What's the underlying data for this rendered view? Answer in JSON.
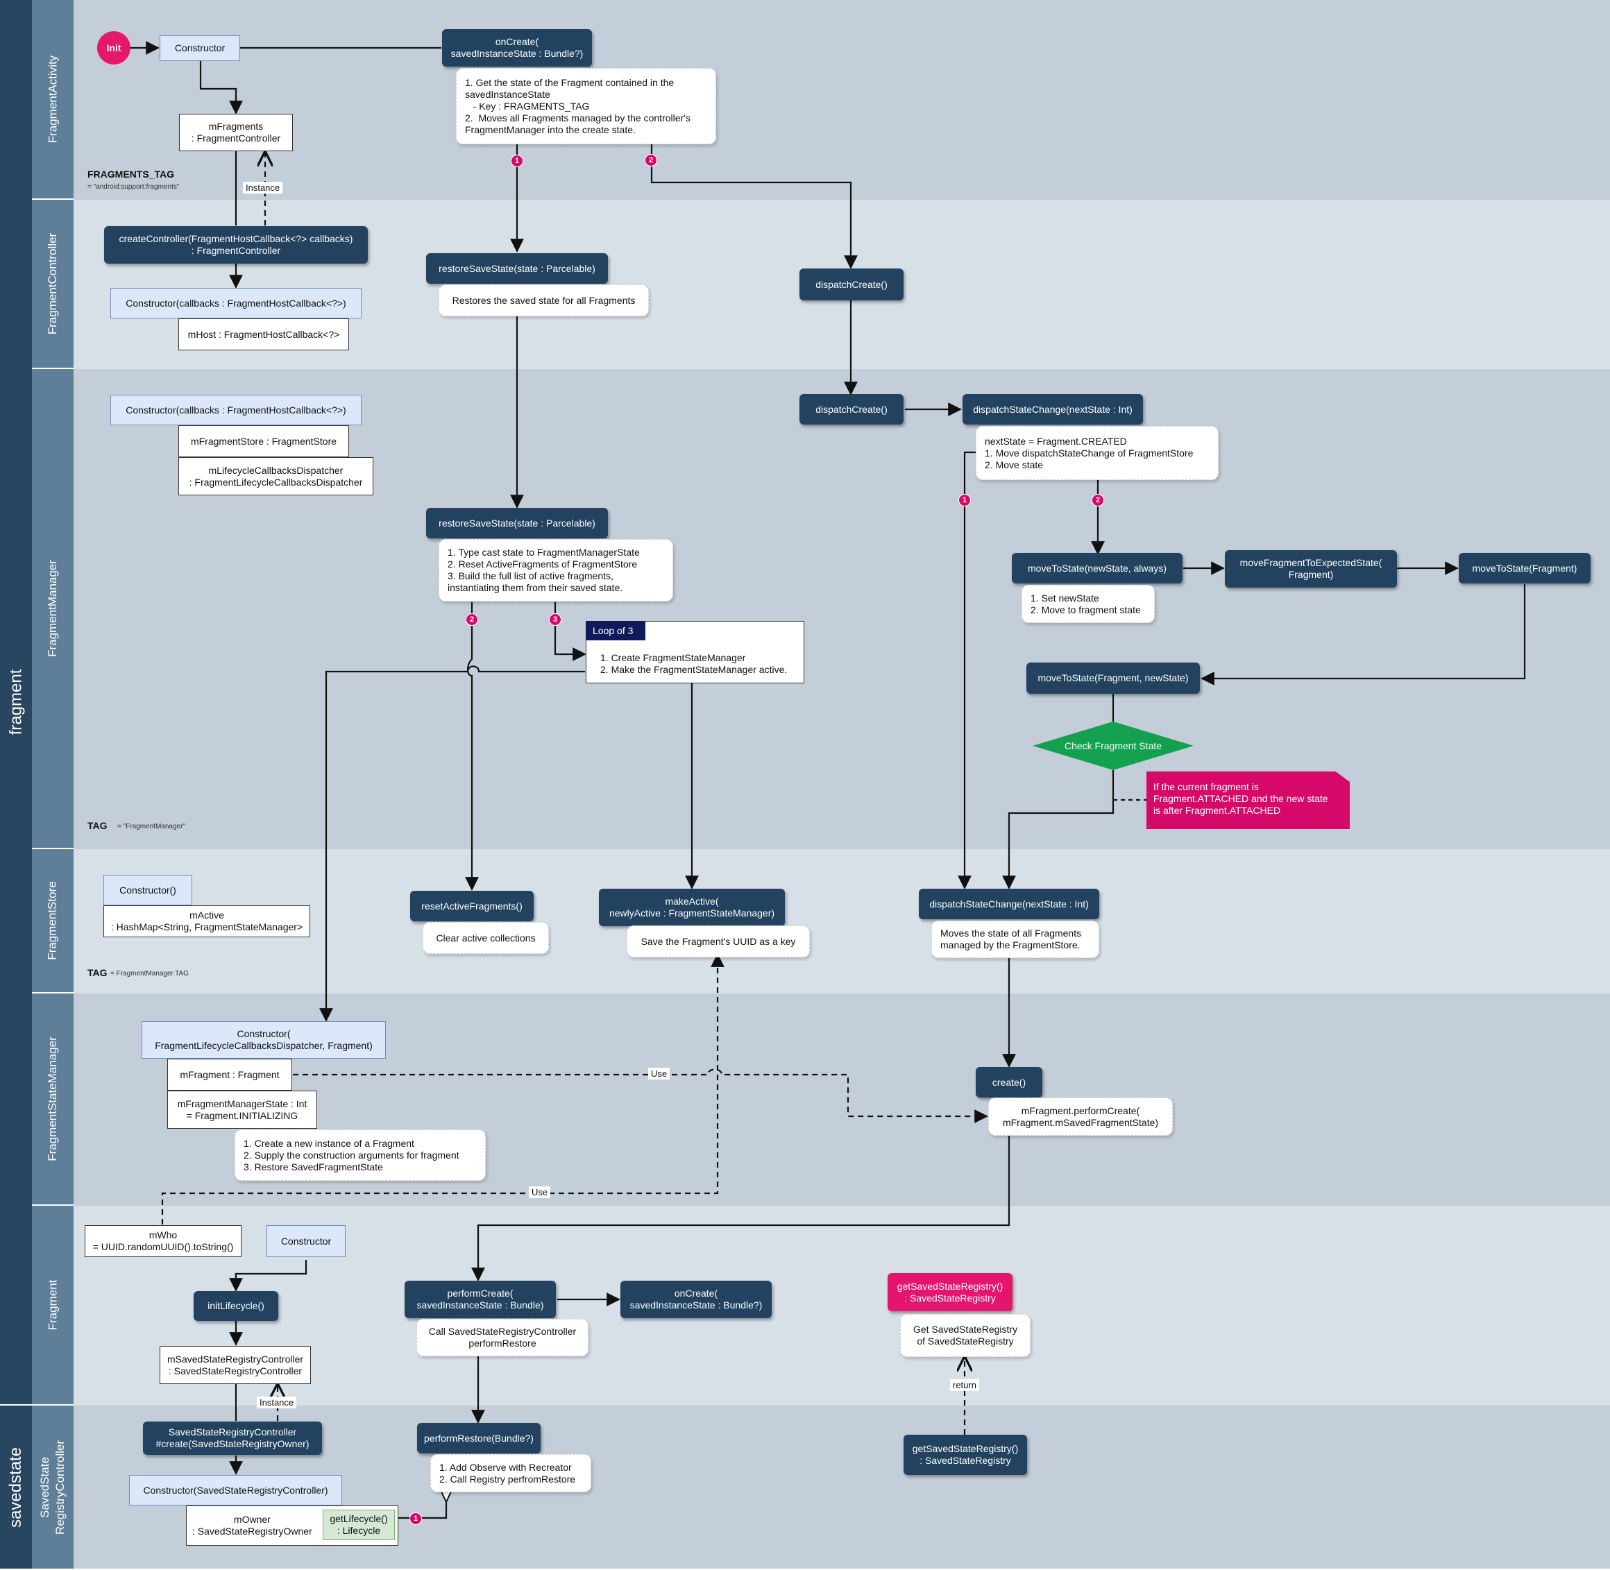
{
  "groups": {
    "fragment": "fragment",
    "savedstate": "savedstate"
  },
  "lanes": {
    "fragment_activity": "FragmentActivity",
    "fragment_controller": "FragmentController",
    "fragment_manager": "FragmentManager",
    "fragment_store": "FragmentStore",
    "fragment_state_manager": "FragmentStateManager",
    "fragment": "Fragment",
    "saved_state_registry_controller": "SavedState\nRegistryController"
  },
  "activity": {
    "init": "Init",
    "constructor": "Constructor",
    "on_create": "onCreate(\nsavedInstanceState : Bundle?)",
    "on_create_note": "1. Get the state of the Fragment contained in the\nsavedInstanceState\n   - Key : FRAGMENTS_TAG\n2.  Moves all Fragments managed by the controller's\nFragmentManager into the create state.",
    "m_fragments": "mFragments\n: FragmentController",
    "tag_title": "FRAGMENTS_TAG",
    "tag_value": "= \"android:support:fragments\""
  },
  "controller": {
    "create_controller": "createController(FragmentHostCallback<?> callbacks)\n: FragmentController",
    "constructor": "Constructor(callbacks : FragmentHostCallback<?>)",
    "m_host": "mHost : FragmentHostCallback<?>",
    "restore_save_state": "restoreSaveState(state : Parcelable)",
    "restore_note": "Restores the saved state for all Fragments",
    "dispatch_create": "dispatchCreate()"
  },
  "manager": {
    "constructor": "Constructor(callbacks : FragmentHostCallback<?>)",
    "m_fragment_store": "mFragmentStore : FragmentStore",
    "m_lifecycle": "mLifecycleCallbacksDispatcher\n: FragmentLifecycleCallbacksDispatcher",
    "restore_save_state": "restoreSaveState(state : Parcelable)",
    "restore_note": "1. Type cast state to FragmentManagerState\n2. Reset ActiveFragments of FragmentStore\n3. Build the full list of active fragments,\ninstantiating them from their saved state.",
    "loop_tag": "Loop of 3",
    "loop_note": "1. Create FragmentStateManager\n2. Make the FragmentStateManager active.",
    "dispatch_create": "dispatchCreate()",
    "dispatch_state_change": "dispatchStateChange(nextState : Int)",
    "dispatch_note": "nextState = Fragment.CREATED\n1. Move dispatchStateChange of FragmentStore\n2. Move state",
    "move_to_state_always": "moveToState(newState, always)",
    "move_note": "1. Set newState\n2. Move to fragment state",
    "move_expected": "moveFragmentToExpectedState(\nFragment)",
    "move_to_state_fragment": "moveToState(Fragment)",
    "move_to_state_new": "moveToState(Fragment, newState)",
    "check_state": "Check Fragment State",
    "flag_note": "If the current fragment is\nFragment.ATTACHED and the new state\nis after Fragment.ATTACHED",
    "tag_title": "TAG",
    "tag_value": "= \"FragmentManager\""
  },
  "store": {
    "constructor": "Constructor()",
    "m_active": "mActive\n: HashMap<String, FragmentStateManager>",
    "reset_active": "resetActiveFragments()",
    "reset_note": "Clear active collections",
    "make_active": "makeActive(\nnewlyActive : FragmentStateManager)",
    "make_active_note": "Save the Fragment's UUID as a key",
    "dispatch_state_change": "dispatchStateChange(nextState : Int)",
    "dispatch_note": "Moves the state of all Fragments\nmanaged by the FragmentStore.",
    "tag_title": "TAG",
    "tag_value": "= FragmentManager.TAG"
  },
  "state_manager": {
    "constructor": "Constructor(\nFragmentLifecycleCallbacksDispatcher, Fragment)",
    "m_fragment": "mFragment : Fragment",
    "m_state": "mFragmentManagerState : Int\n= Fragment.INITIALIZING",
    "constructor_note": "1. Create a new instance of a Fragment\n2. Supply the construction arguments for fragment\n3. Restore SavedFragmentState",
    "create": "create()",
    "create_note": "mFragment.performCreate(\nmFragment.mSavedFragmentState)"
  },
  "fragment": {
    "m_who": "mWho\n= UUID.randomUUID().toString()",
    "constructor": "Constructor",
    "init_lifecycle": "initLifecycle()",
    "m_saved_controller": "mSavedStateRegistryController\n: SavedStateRegistryController",
    "perform_create": "performCreate(\nsavedInstanceState : Bundle)",
    "perform_create_note": "Call SavedStateRegistryController\nperformRestore",
    "on_create": "onCreate(\nsavedInstanceState : Bundle?)",
    "get_registry": "getSavedStateRegistry()\n: SavedStateRegistry",
    "get_registry_note": "Get SavedStateRegistry\nof SavedStateRegistry"
  },
  "saved_controller": {
    "create": "SavedStateRegistryController\n#create(SavedStateRegistryOwner)",
    "constructor": "Constructor(SavedStateRegistryController)",
    "m_owner": "mOwner\n: SavedStateRegistryOwner",
    "get_lifecycle": "getLifecycle()\n: Lifecycle",
    "perform_restore": "performRestore(Bundle?)",
    "perform_restore_note": "1. Add Observe with Recreator\n2. Call Registry perfromRestore",
    "get_registry": "getSavedStateRegistry()\n: SavedStateRegistry"
  },
  "edge_labels": {
    "instance": "Instance",
    "use": "Use",
    "return": "return"
  },
  "badges": {
    "one": "1",
    "two": "2",
    "three": "3"
  },
  "colors": {
    "lane_dark": "#c3ced9",
    "lane_light": "#d7dfe7",
    "label": "#5f7f99",
    "group": "#284660",
    "method": "#22425f",
    "accent": "#d6096a",
    "decision": "#13a14f"
  }
}
